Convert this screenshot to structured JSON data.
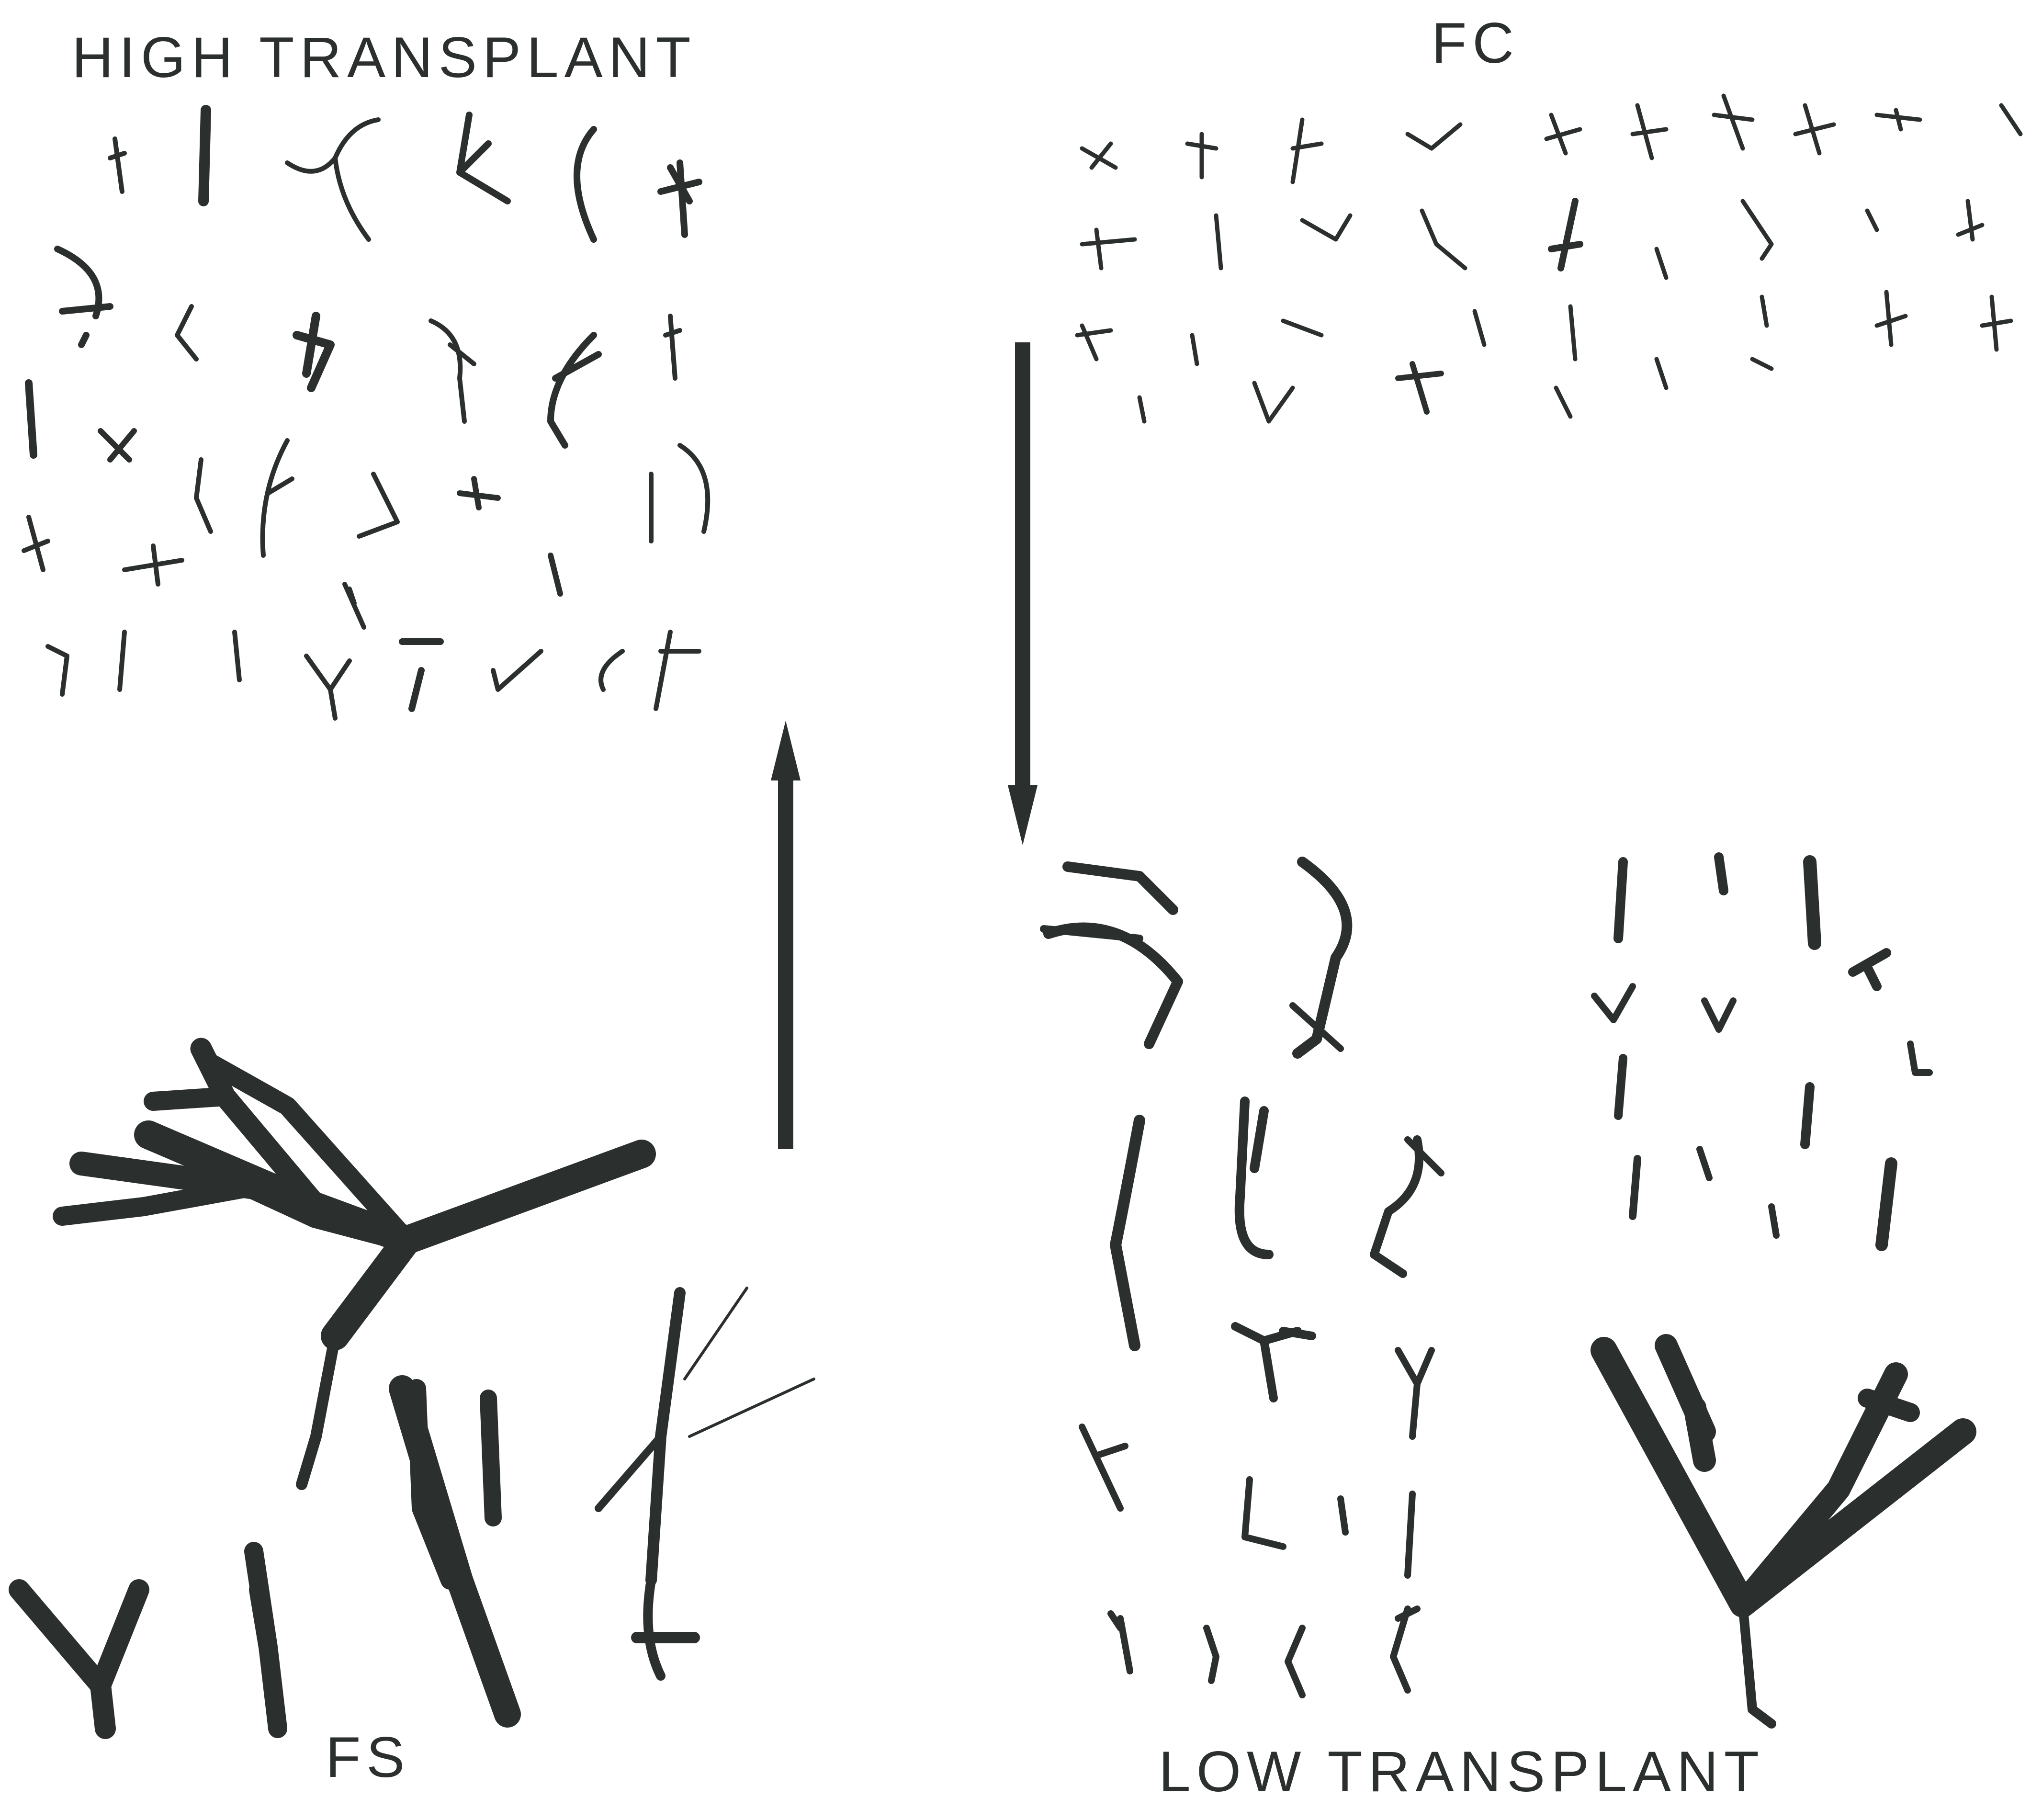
{
  "labels": {
    "high_transplant": "HIGH TRANSPLANT",
    "fc": "FC",
    "fs": "FS",
    "low_transplant": "LOW TRANSPLANT"
  },
  "colors": {
    "ink": "#2b2f2d",
    "background": "#ffffff"
  },
  "arrows": [
    {
      "from": "FS",
      "to": "HIGH TRANSPLANT",
      "direction": "up"
    },
    {
      "from": "FC",
      "to": "LOW TRANSPLANT",
      "direction": "down"
    }
  ]
}
